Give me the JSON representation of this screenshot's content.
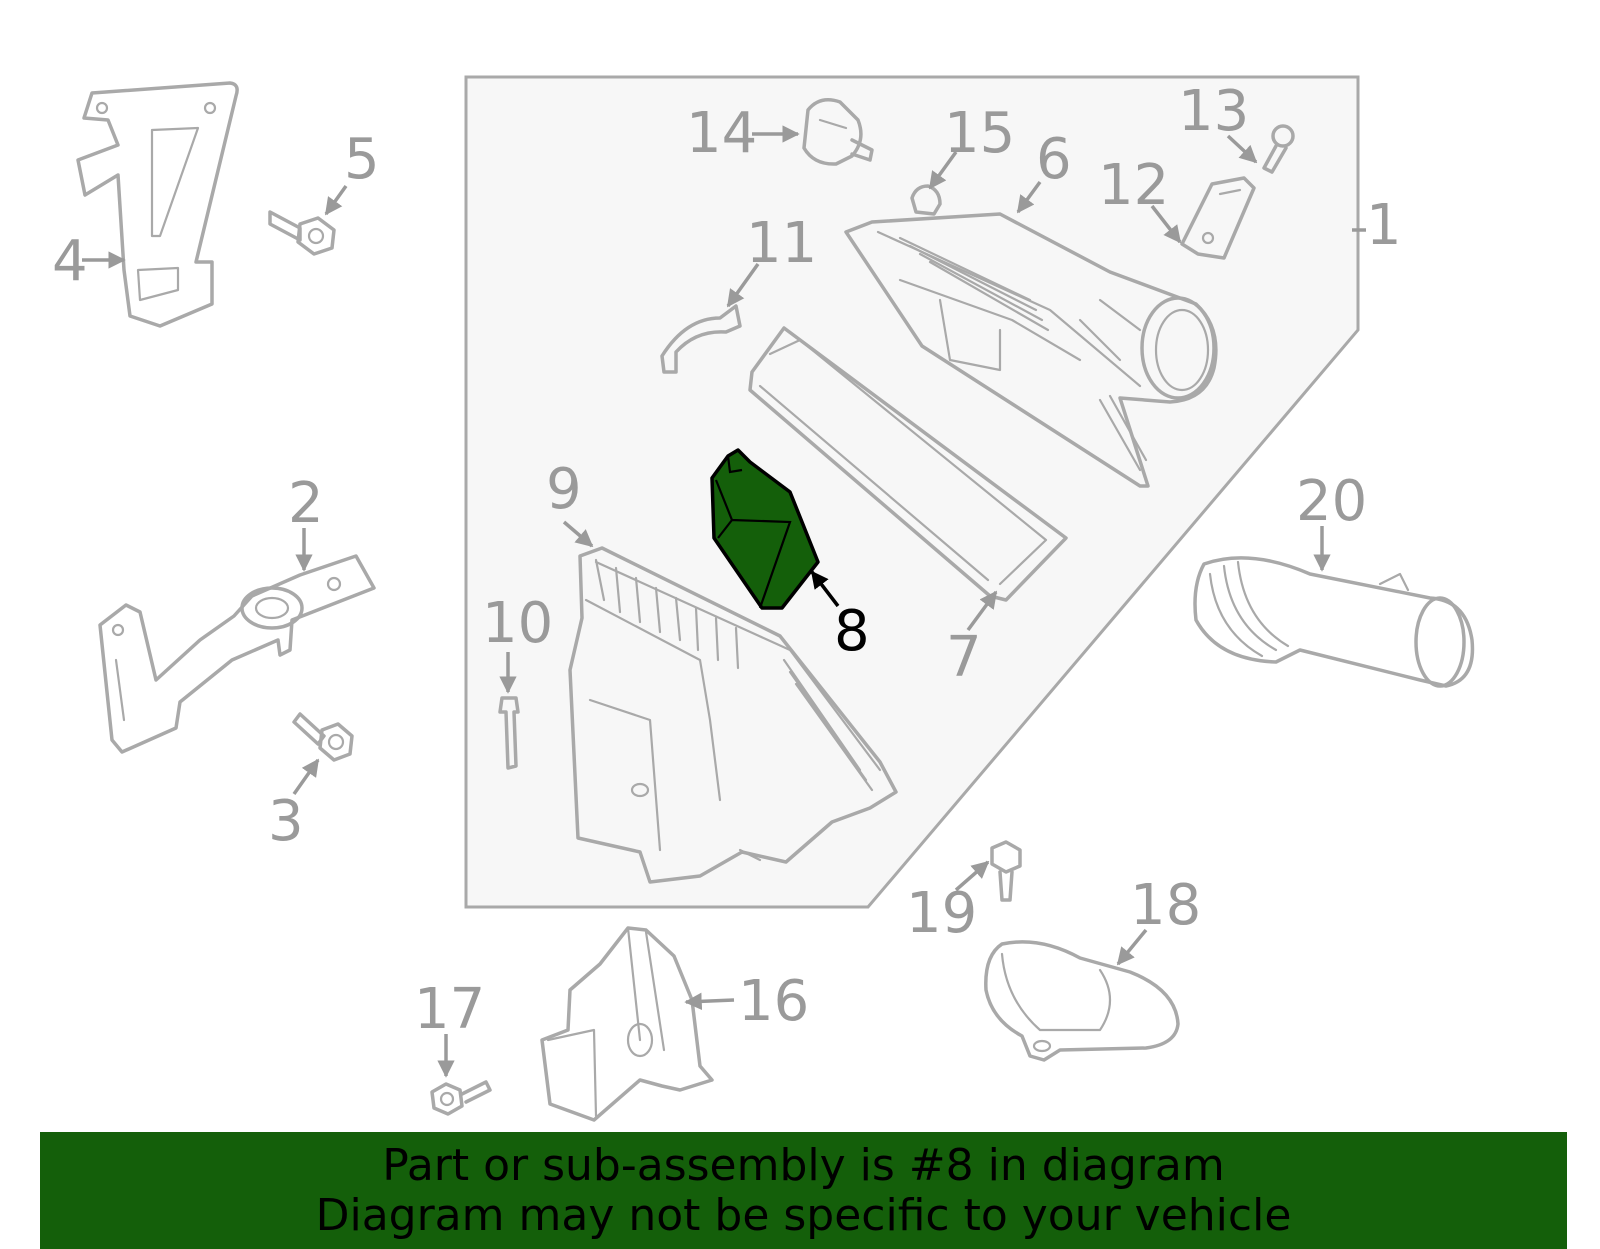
{
  "colors": {
    "highlight_fill": "#145f0a",
    "part_stroke": "#a9a9a9",
    "label_gray": "#9a9a9a",
    "assembly_panel": "#f7f7f7"
  },
  "callouts": [
    {
      "id": "1",
      "label": "1"
    },
    {
      "id": "2",
      "label": "2"
    },
    {
      "id": "3",
      "label": "3"
    },
    {
      "id": "4",
      "label": "4"
    },
    {
      "id": "5",
      "label": "5"
    },
    {
      "id": "6",
      "label": "6"
    },
    {
      "id": "7",
      "label": "7"
    },
    {
      "id": "8",
      "label": "8",
      "highlighted": true
    },
    {
      "id": "9",
      "label": "9"
    },
    {
      "id": "10",
      "label": "10"
    },
    {
      "id": "11",
      "label": "11"
    },
    {
      "id": "12",
      "label": "12"
    },
    {
      "id": "13",
      "label": "13"
    },
    {
      "id": "14",
      "label": "14"
    },
    {
      "id": "15",
      "label": "15"
    },
    {
      "id": "16",
      "label": "16"
    },
    {
      "id": "17",
      "label": "17"
    },
    {
      "id": "18",
      "label": "18"
    },
    {
      "id": "19",
      "label": "19"
    },
    {
      "id": "20",
      "label": "20"
    }
  ],
  "banner": {
    "line1": "Part or sub-assembly is #8 in diagram",
    "line2": "Diagram may not be specific to your vehicle",
    "background": "#145f0a"
  }
}
